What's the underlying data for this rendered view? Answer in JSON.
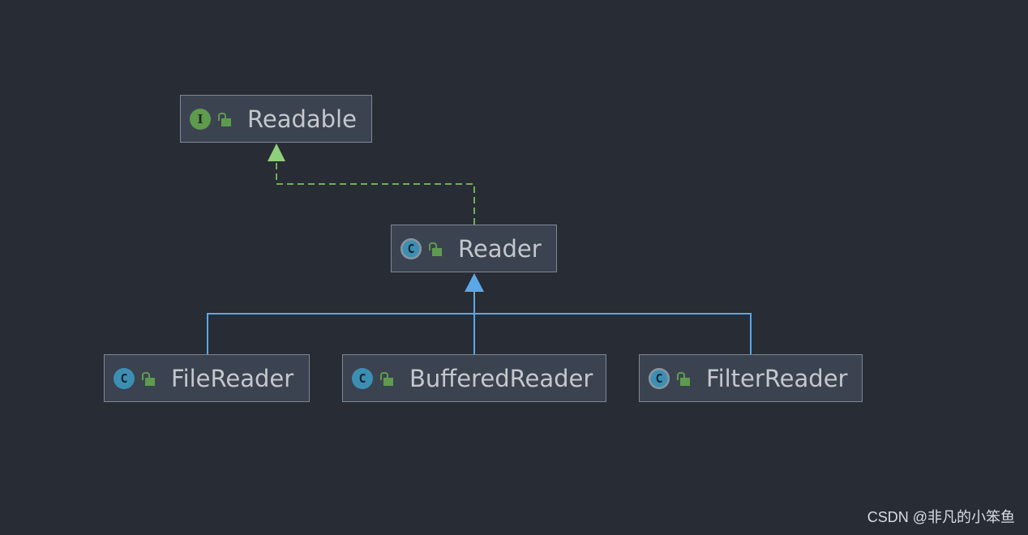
{
  "diagram": {
    "classes": [
      {
        "id": "readable",
        "name": "Readable",
        "kind": "interface",
        "kind_letter": "I",
        "visibility": "public"
      },
      {
        "id": "reader",
        "name": "Reader",
        "kind": "abstract-class",
        "kind_letter": "C",
        "visibility": "public"
      },
      {
        "id": "filereader",
        "name": "FileReader",
        "kind": "class",
        "kind_letter": "C",
        "visibility": "public"
      },
      {
        "id": "bufferedreader",
        "name": "BufferedReader",
        "kind": "class",
        "kind_letter": "C",
        "visibility": "public"
      },
      {
        "id": "filterreader",
        "name": "FilterReader",
        "kind": "abstract-class",
        "kind_letter": "C",
        "visibility": "public"
      }
    ],
    "relations": [
      {
        "from": "Reader",
        "to": "Readable",
        "type": "implements",
        "style": "dashed",
        "color": "#6fae5a"
      },
      {
        "from": "FileReader",
        "to": "Reader",
        "type": "extends",
        "style": "solid",
        "color": "#5aa8e8"
      },
      {
        "from": "BufferedReader",
        "to": "Reader",
        "type": "extends",
        "style": "solid",
        "color": "#5aa8e8"
      },
      {
        "from": "FilterReader",
        "to": "Reader",
        "type": "extends",
        "style": "solid",
        "color": "#5aa8e8"
      }
    ],
    "colors": {
      "background": "#282c34",
      "node_fill": "#3b4350",
      "node_border": "#7f8793",
      "interface_icon": "#5f9b4f",
      "class_icon": "#3c8fb3",
      "implements_edge": "#6fae5a",
      "extends_edge": "#5aa8e8"
    }
  },
  "watermark": "CSDN @非凡的小笨鱼"
}
